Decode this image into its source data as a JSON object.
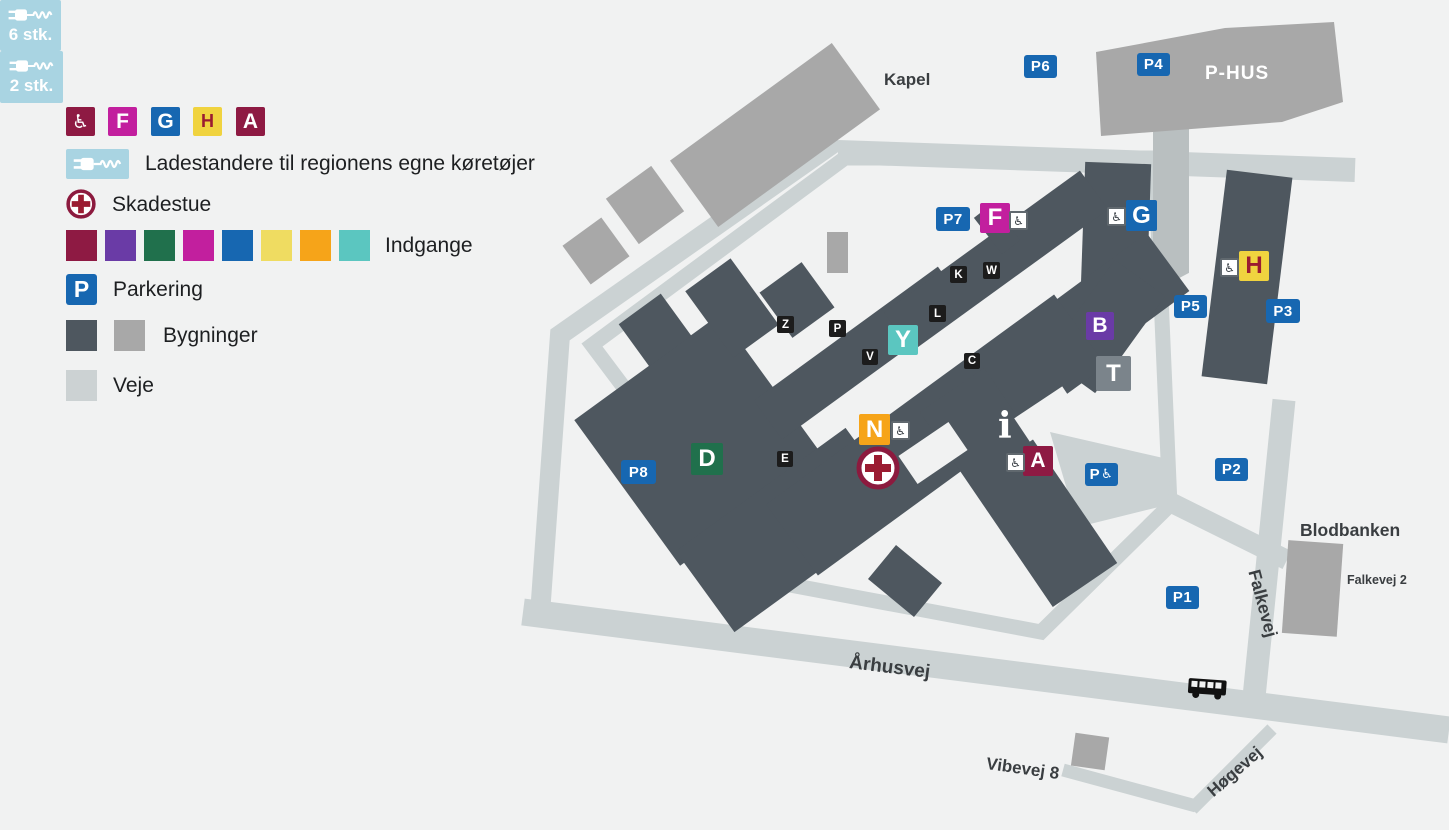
{
  "legend": {
    "wheelchair_icon": "♿",
    "letter_badges": {
      "f": "F",
      "g": "G",
      "h": "H",
      "a": "A"
    },
    "charging_label": "Ladestandere til regionens egne køretøjer",
    "skadestue_label": "Skadestue",
    "indgange_label": "Indgange",
    "parkering_p": "P",
    "parkering_label": "Parkering",
    "bygninger_label": "Bygninger",
    "veje_label": "Veje",
    "entrance_colors": [
      "#8e1a43",
      "#6a3ba6",
      "#20704c",
      "#c21f9e",
      "#1767b1",
      "#efdc61",
      "#f6a419",
      "#5bc6c0"
    ]
  },
  "map": {
    "parking": {
      "p1": "P1",
      "p2": "P2",
      "p3": "P3",
      "p4": "P4",
      "p5": "P5",
      "p6": "P6",
      "p7": "P7",
      "p8": "P8",
      "p_handicap_p": "P",
      "p_handicap_icon": "♿"
    },
    "charging": {
      "six": "6 stk.",
      "two": "2 stk."
    },
    "entrances": {
      "a": "A",
      "b": "B",
      "d": "D",
      "f": "F",
      "g": "G",
      "h": "H",
      "n": "N",
      "t": "T",
      "y": "Y"
    },
    "doors": {
      "z": "Z",
      "p": "P",
      "v": "V",
      "k": "K",
      "w": "W",
      "l": "L",
      "c": "C",
      "e": "E"
    },
    "wheelchair_icon": "♿",
    "info_icon": "i",
    "area_labels": {
      "kapel": "Kapel",
      "phus": "P-HUS",
      "blodbanken": "Blodbanken",
      "falkevej2": "Falkevej 2"
    },
    "street_labels": {
      "aarhusvej": "Århusvej",
      "falkevej": "Falkevej",
      "hogevej": "Høgevej",
      "vibevej": "Vibevej 8"
    }
  },
  "colors": {
    "background": "#f1f2f2",
    "road": "#cbd2d3",
    "road_dark": "#b9bfc0",
    "building_dark": "#4e575f",
    "building_gray": "#a8a8a8",
    "building_t_gray": "#7b848b",
    "parking_blue": "#1767b1",
    "charging_blue": "#a9d4e2",
    "entrance_darkred": "#8e1a43",
    "entrance_purple": "#6a3ba6",
    "entrance_green": "#20704c",
    "entrance_magenta": "#c21f9e",
    "entrance_blue": "#1767b1",
    "entrance_yellow": "#efdc61",
    "entrance_orange": "#f6a419",
    "entrance_teal": "#5bc6c0",
    "skadestue_ring": "#8c1a3e",
    "skadestue_cross": "#9b1b31"
  }
}
